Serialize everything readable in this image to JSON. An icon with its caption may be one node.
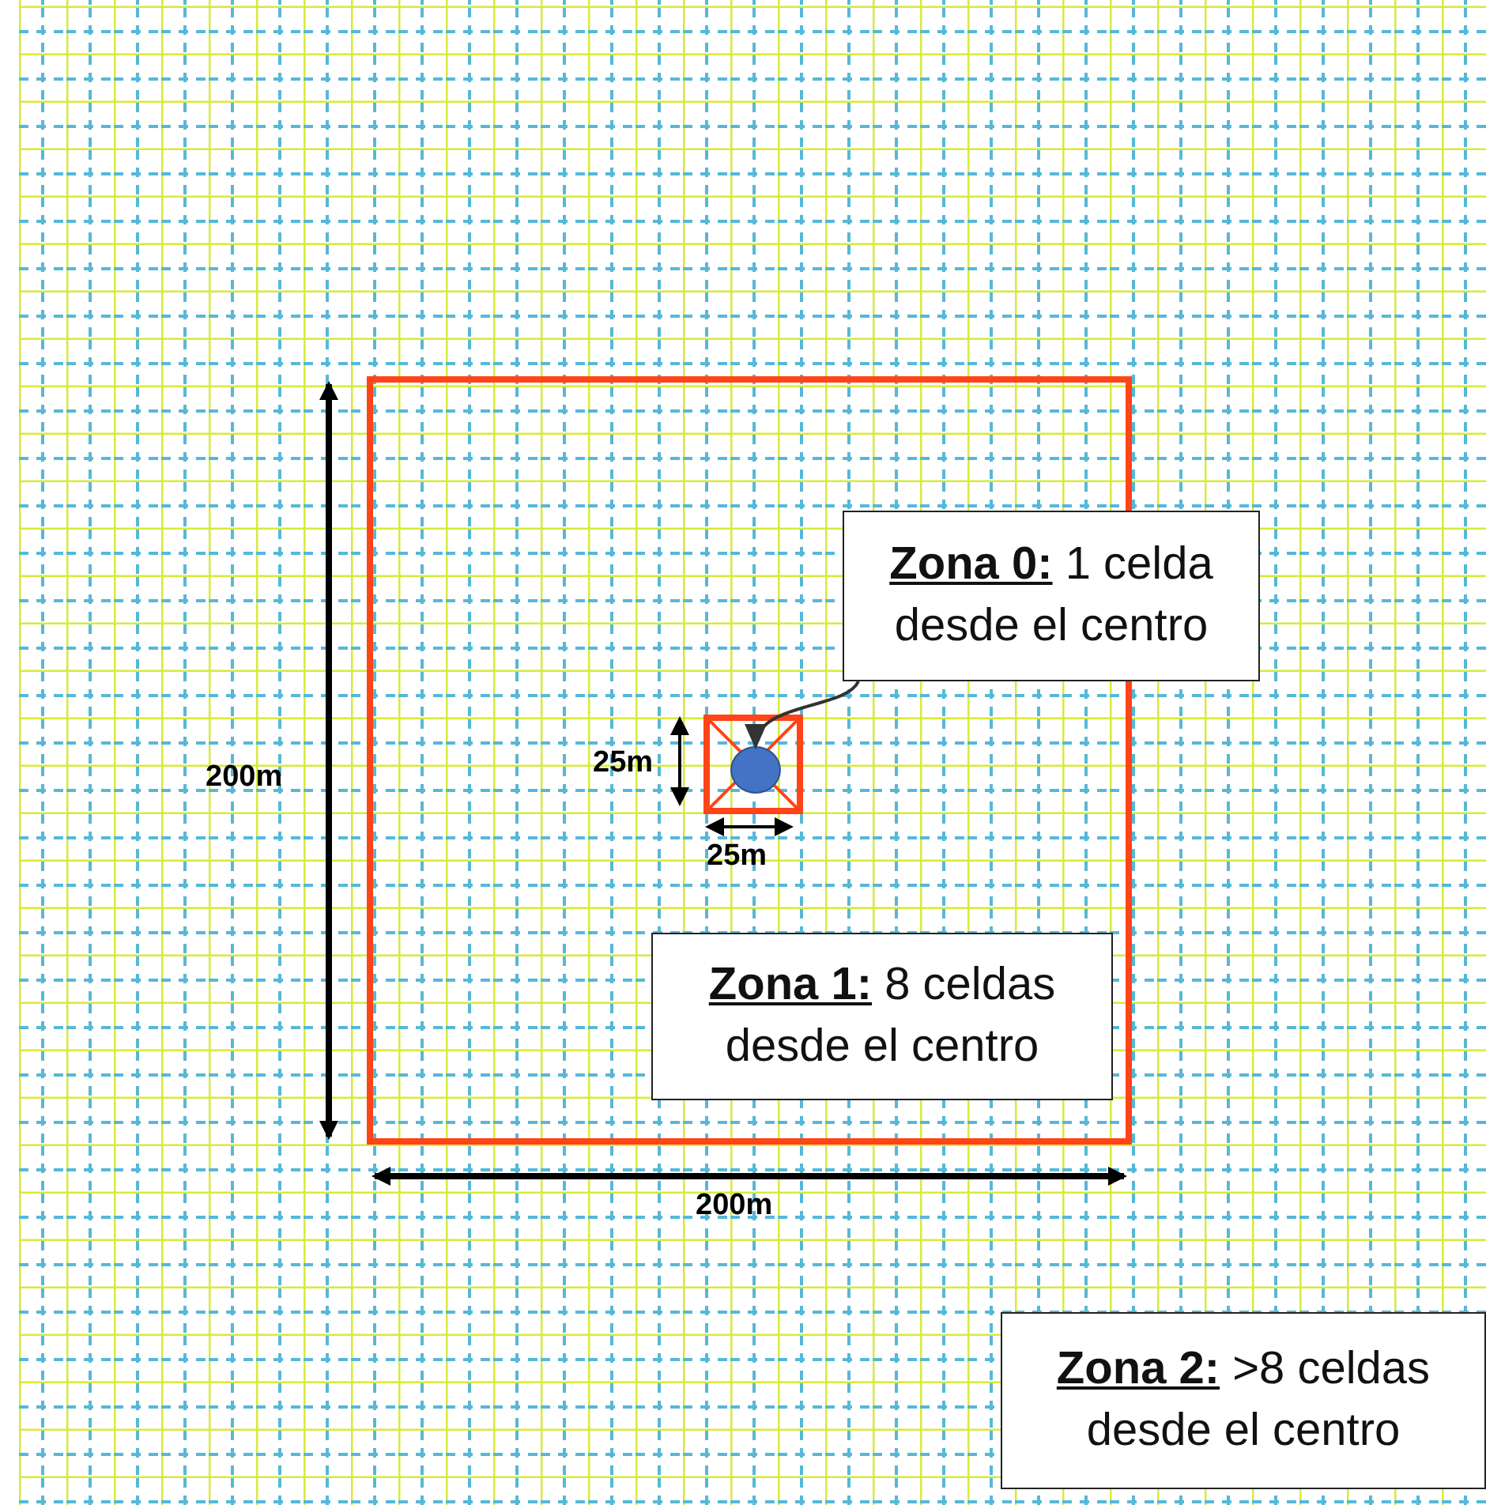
{
  "diagram": {
    "nodes": [
      {
        "text": [],
        "shape": "box"
      },
      {
        "text": [],
        "shape": "box",
        "in": 0
      },
      {
        "text": [],
        "shape": "circle",
        "in": 1
      },
      {
        "text": [
          "**Zona 0:** 1 celda desde el centro"
        ]
      },
      {
        "text": [
          "**Zona 1:** 8 celdas desde el centro"
        ],
        "in": 0
      },
      {
        "text": [
          "**Zona 2:** >8 celdas desde el centro"
        ]
      }
    ],
    "edges": [
      {
        "from": 3,
        "to": 2,
        "arrow": "to"
      }
    ],
    "labels": [
      "200m",
      "25m",
      "25m",
      "200m"
    ]
  }
}
